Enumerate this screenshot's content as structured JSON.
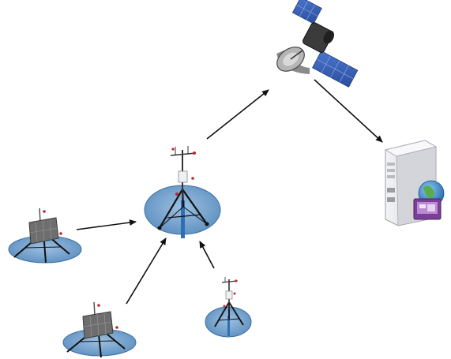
{
  "diagram": {
    "nodes": [
      {
        "id": "solar-station-left",
        "kind": "solar-panel-station"
      },
      {
        "id": "solar-station-bottom",
        "kind": "solar-panel-station"
      },
      {
        "id": "weather-station-small",
        "kind": "weather-mast-station"
      },
      {
        "id": "hub-station",
        "kind": "weather-mast-station"
      },
      {
        "id": "satellite",
        "kind": "satellite"
      },
      {
        "id": "server",
        "kind": "server-computer"
      }
    ],
    "links": [
      {
        "from": "solar-station-left",
        "to": "hub-station"
      },
      {
        "from": "solar-station-bottom",
        "to": "hub-station"
      },
      {
        "from": "weather-station-small",
        "to": "hub-station"
      },
      {
        "from": "hub-station",
        "to": "satellite"
      },
      {
        "from": "satellite",
        "to": "server"
      }
    ],
    "colors": {
      "base_plate": "#6b9bc8",
      "mast": "#2e6fb4",
      "panel": "#707070",
      "arrow": "#111111",
      "satellite_panel": "#3a62b8",
      "server_body": "#e8e8ea",
      "screen": "#7b3f99",
      "globe": "#3e8fd0"
    }
  }
}
